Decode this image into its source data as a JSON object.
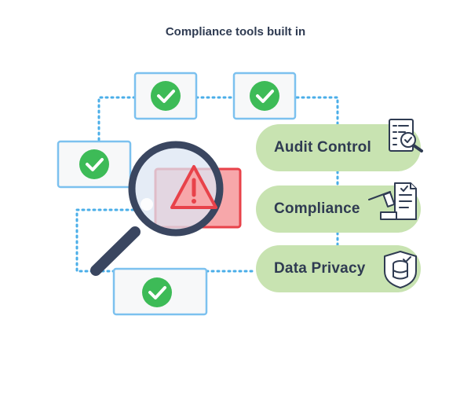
{
  "title": "Compliance tools built in",
  "pills": [
    {
      "label": "Audit Control",
      "icon": "audit-document-magnifier-icon"
    },
    {
      "label": "Compliance",
      "icon": "gavel-document-icon"
    },
    {
      "label": "Data Privacy",
      "icon": "shield-database-icon"
    }
  ],
  "checks": [
    {
      "icon": "checkmark-icon"
    },
    {
      "icon": "checkmark-icon"
    },
    {
      "icon": "checkmark-icon"
    },
    {
      "icon": "checkmark-icon"
    }
  ],
  "colors": {
    "title_text": "#2f3b52",
    "box_border": "#7cc1ef",
    "box_fill": "#f7f8f9",
    "check_green": "#3dbb57",
    "pill_fill": "#c8e3b1",
    "connector_blue": "#4aaee8",
    "warning_red": "#e8424a",
    "warning_fill": "#f7a7aa",
    "magnifier_handle": "#3a4660"
  },
  "warning": {
    "icon": "warning-triangle-icon"
  },
  "magnifier": {
    "icon": "magnifying-glass-icon"
  }
}
